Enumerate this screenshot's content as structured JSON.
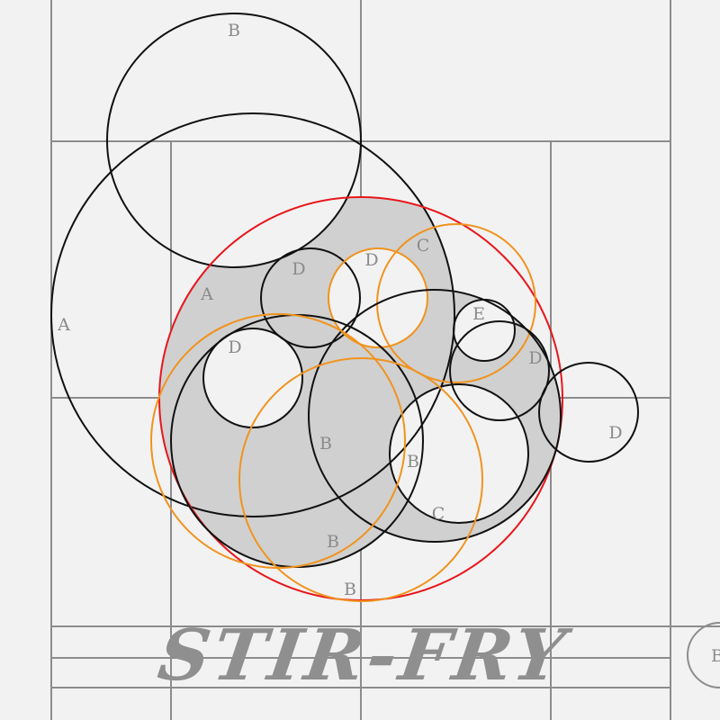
{
  "title": "STIR-FRY",
  "colors": {
    "background": "#f2f2f2",
    "grid": "#8c8c8c",
    "outline": "#111111",
    "accent_red": "#e8161b",
    "accent_orange": "#f0931e",
    "fill": "#d0d0d0",
    "label": "#8a8a8a",
    "title": "#8f8f8f"
  },
  "labels": {
    "b_top": "B",
    "a_left": "A",
    "a_inner": "A",
    "d_mid": "D",
    "d_center": "D",
    "c_top": "C",
    "e": "E",
    "d_right_inner": "D",
    "d_left": "D",
    "d_far_right": "D",
    "b_center": "B",
    "b_right": "B",
    "c_bottom": "C",
    "b_low": "B",
    "b_bottom": "B",
    "corner": "B"
  }
}
